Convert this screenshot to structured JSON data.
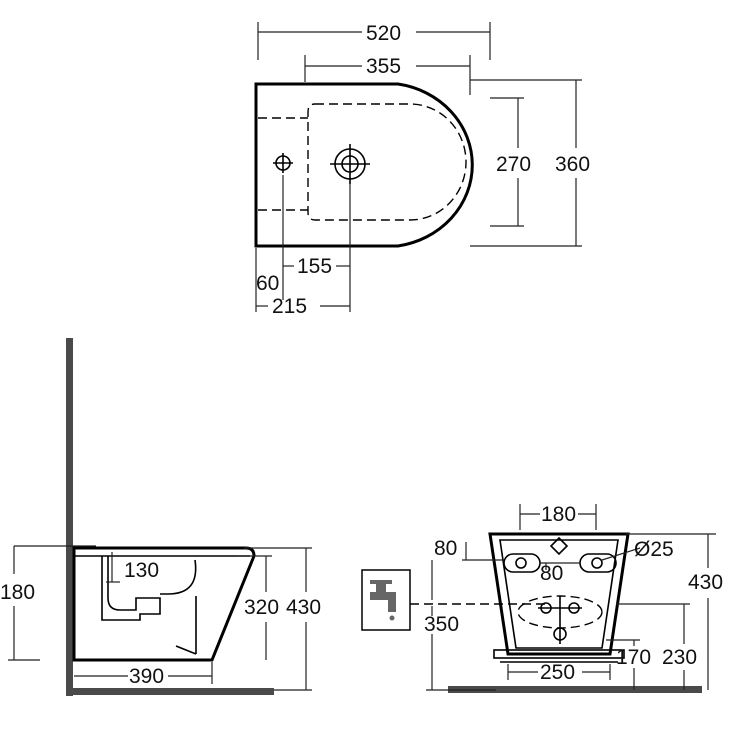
{
  "top_view": {
    "overall_width": "520",
    "bowl_width": "355",
    "bowl_depth": "270",
    "overall_depth": "360",
    "tap_hole_to_center": "155",
    "fixing_offset": "60",
    "tap_hole_from_back": "215"
  },
  "side_view": {
    "wall_to_fixing_height": "180",
    "waste_depth": "130",
    "height_to_rim": "320",
    "overall_height": "430",
    "projection": "390"
  },
  "rear_view": {
    "fixing_centres": "180",
    "fixing_height": "80",
    "fixing_diameter": "Ø25",
    "inner_fixing": "80",
    "overall_height": "430",
    "supply_height": "350",
    "base_width": "250",
    "waste_height": "170",
    "waste_to_floor": "230"
  },
  "colors": {
    "line": "#000000",
    "wall": "#4a4a4a"
  }
}
